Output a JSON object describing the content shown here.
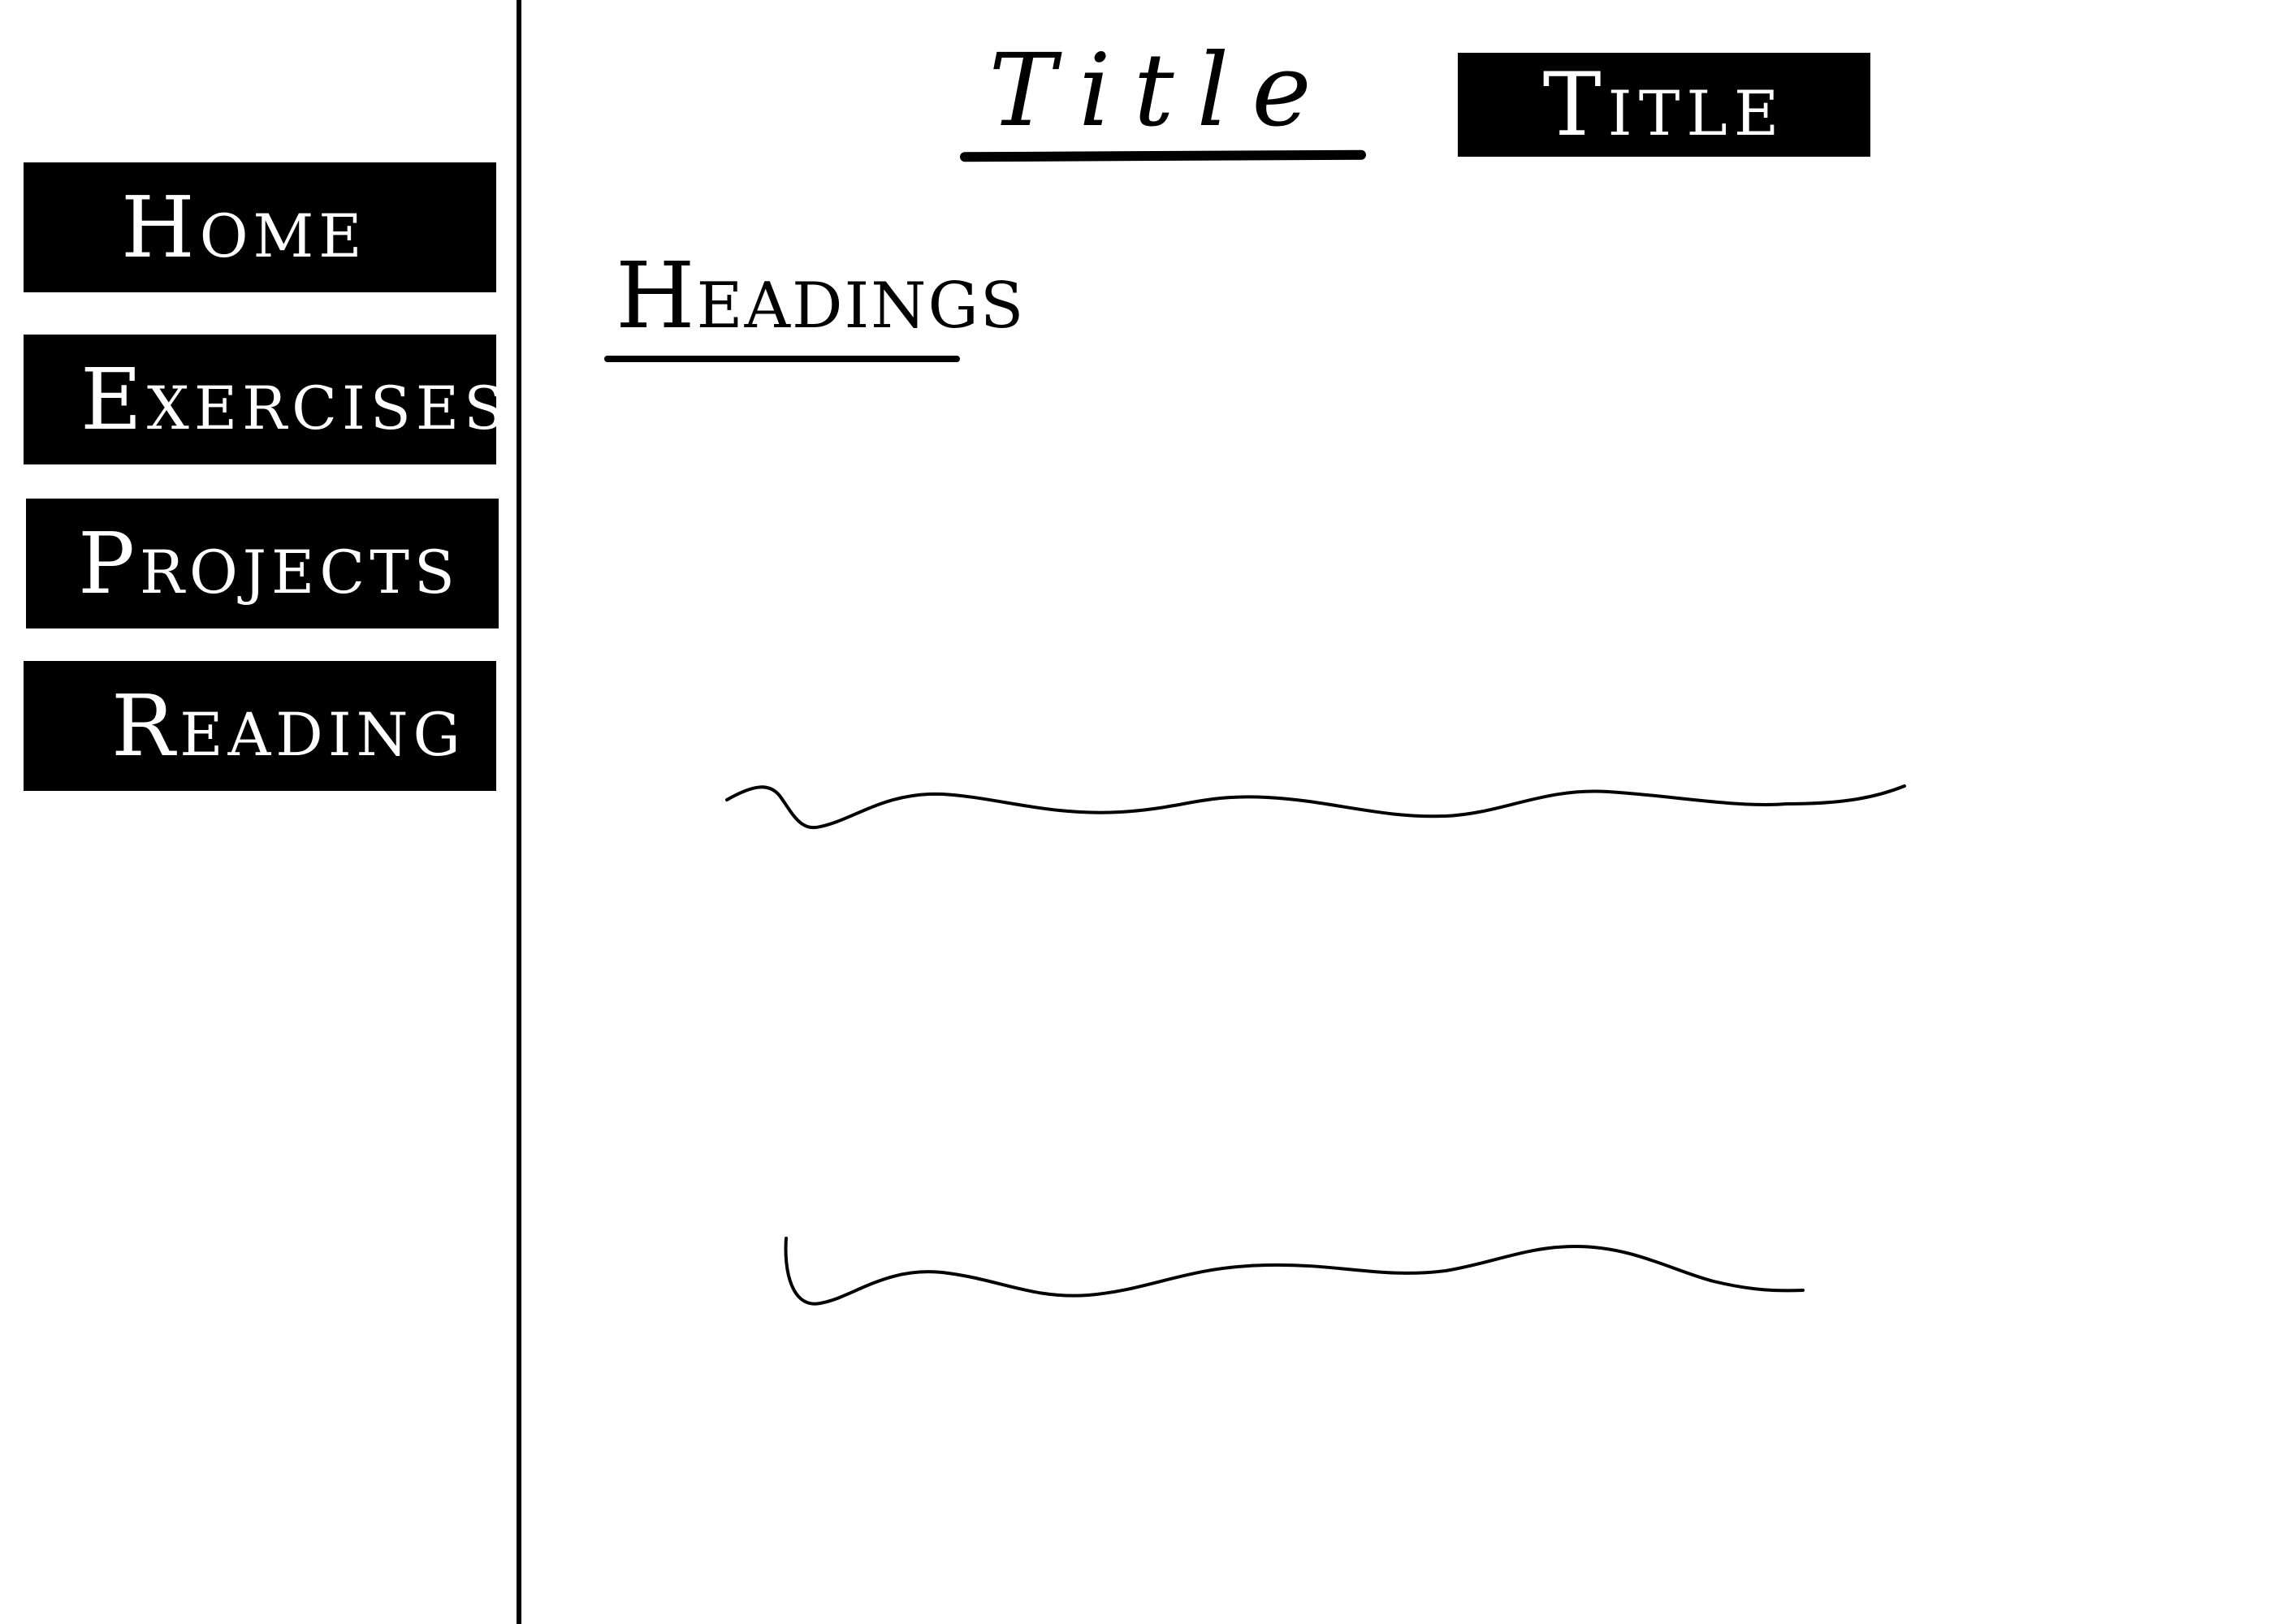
{
  "sidebar": {
    "items": [
      {
        "label": "Home"
      },
      {
        "label": "Exercises"
      },
      {
        "label": "Projects"
      },
      {
        "label": "Reading"
      }
    ]
  },
  "header": {
    "title": "Title",
    "title_button": "Title"
  },
  "main": {
    "heading": "Headings"
  }
}
